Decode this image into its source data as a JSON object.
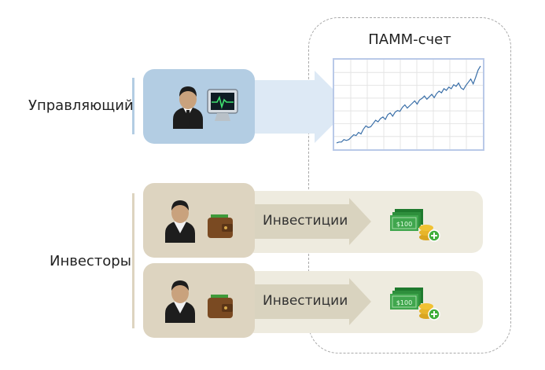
{
  "pamm": {
    "title": "ПАММ-счет"
  },
  "manager": {
    "label": "Управляющий",
    "icons": [
      "manager-person-icon",
      "monitor-chart-icon"
    ]
  },
  "investors": {
    "label": "Инвесторы",
    "rows": [
      {
        "arrow_label": "Инвестиции",
        "icons": [
          "investor-person-icon",
          "wallet-icon",
          "money-stack-icon"
        ]
      },
      {
        "arrow_label": "Инвестиции",
        "icons": [
          "investor-person-icon",
          "wallet-icon",
          "money-stack-icon"
        ]
      }
    ]
  },
  "money_label": "$100",
  "colors": {
    "manager_box": "#b3cde3",
    "manager_arrow": "#dde9f5",
    "investor_box": "#ddd4c0",
    "investor_arrow": "#d9d3bf",
    "lane": "#eeebdf",
    "chart_line": "#3a6fa8",
    "frame": "#a9a9a9"
  },
  "chart_data": {
    "type": "line",
    "x": [
      0,
      1,
      2,
      3,
      4,
      5,
      6,
      7,
      8,
      9,
      10,
      11,
      12,
      13,
      14,
      15,
      16,
      17,
      18,
      19,
      20,
      21,
      22,
      23,
      24,
      25,
      26,
      27,
      28,
      29,
      30,
      31,
      32,
      33,
      34,
      35,
      36,
      37,
      38,
      39,
      40,
      41,
      42,
      43,
      44,
      45,
      46,
      47,
      48,
      49,
      50,
      51,
      52,
      53,
      54,
      55,
      56,
      57,
      58,
      59
    ],
    "series": [
      {
        "values": [
          5,
          6,
          6,
          9,
          8,
          9,
          12,
          15,
          14,
          18,
          16,
          22,
          26,
          24,
          25,
          29,
          33,
          31,
          35,
          37,
          34,
          40,
          42,
          38,
          43,
          45,
          44,
          49,
          52,
          48,
          51,
          54,
          57,
          53,
          58,
          60,
          63,
          59,
          62,
          65,
          61,
          66,
          69,
          67,
          72,
          70,
          74,
          72,
          77,
          75,
          79,
          73,
          71,
          76,
          80,
          84,
          78,
          86,
          95,
          100
        ]
      }
    ],
    "grid": true,
    "ylim": [
      0,
      105
    ]
  }
}
